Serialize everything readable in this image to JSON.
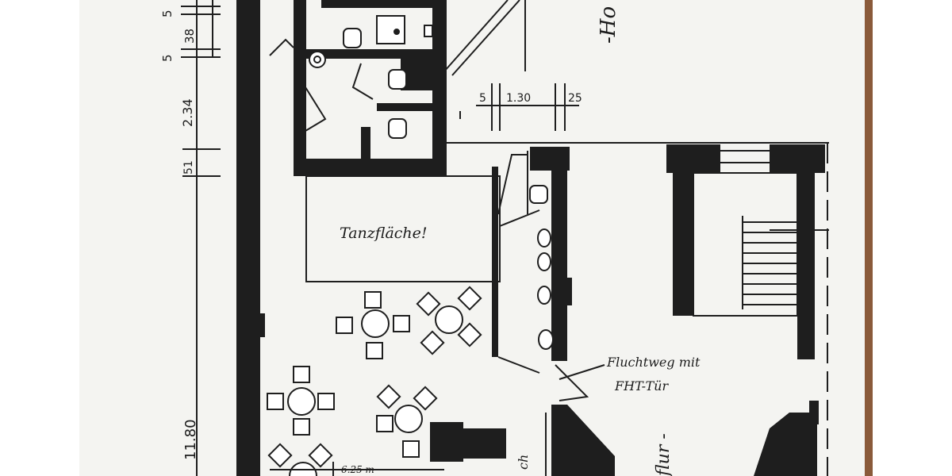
{
  "labels": {
    "dance_floor": "Tanzfläche!",
    "escape_route_line1": "Fluchtweg mit",
    "escape_route_line2": "FHT-Tür",
    "corridor": "flur -",
    "house_partial": "-Ho",
    "partial_ch": "ch"
  },
  "dimensions": {
    "top_5a": "5",
    "top_5b": "5",
    "dim_38": "38",
    "dim_234": "2.34",
    "dim_51": "51",
    "dim_1180": "11.80",
    "dim_5": "5",
    "dim_130": "1.30",
    "dim_25": "25",
    "dim_625": "6.25 m"
  },
  "colors": {
    "paper": "#f4f4f1",
    "ink": "#1e1e1e",
    "frame_left": "#ffffff",
    "frame_right": "#ffffff",
    "wood_edge": "#8a5a3a"
  }
}
